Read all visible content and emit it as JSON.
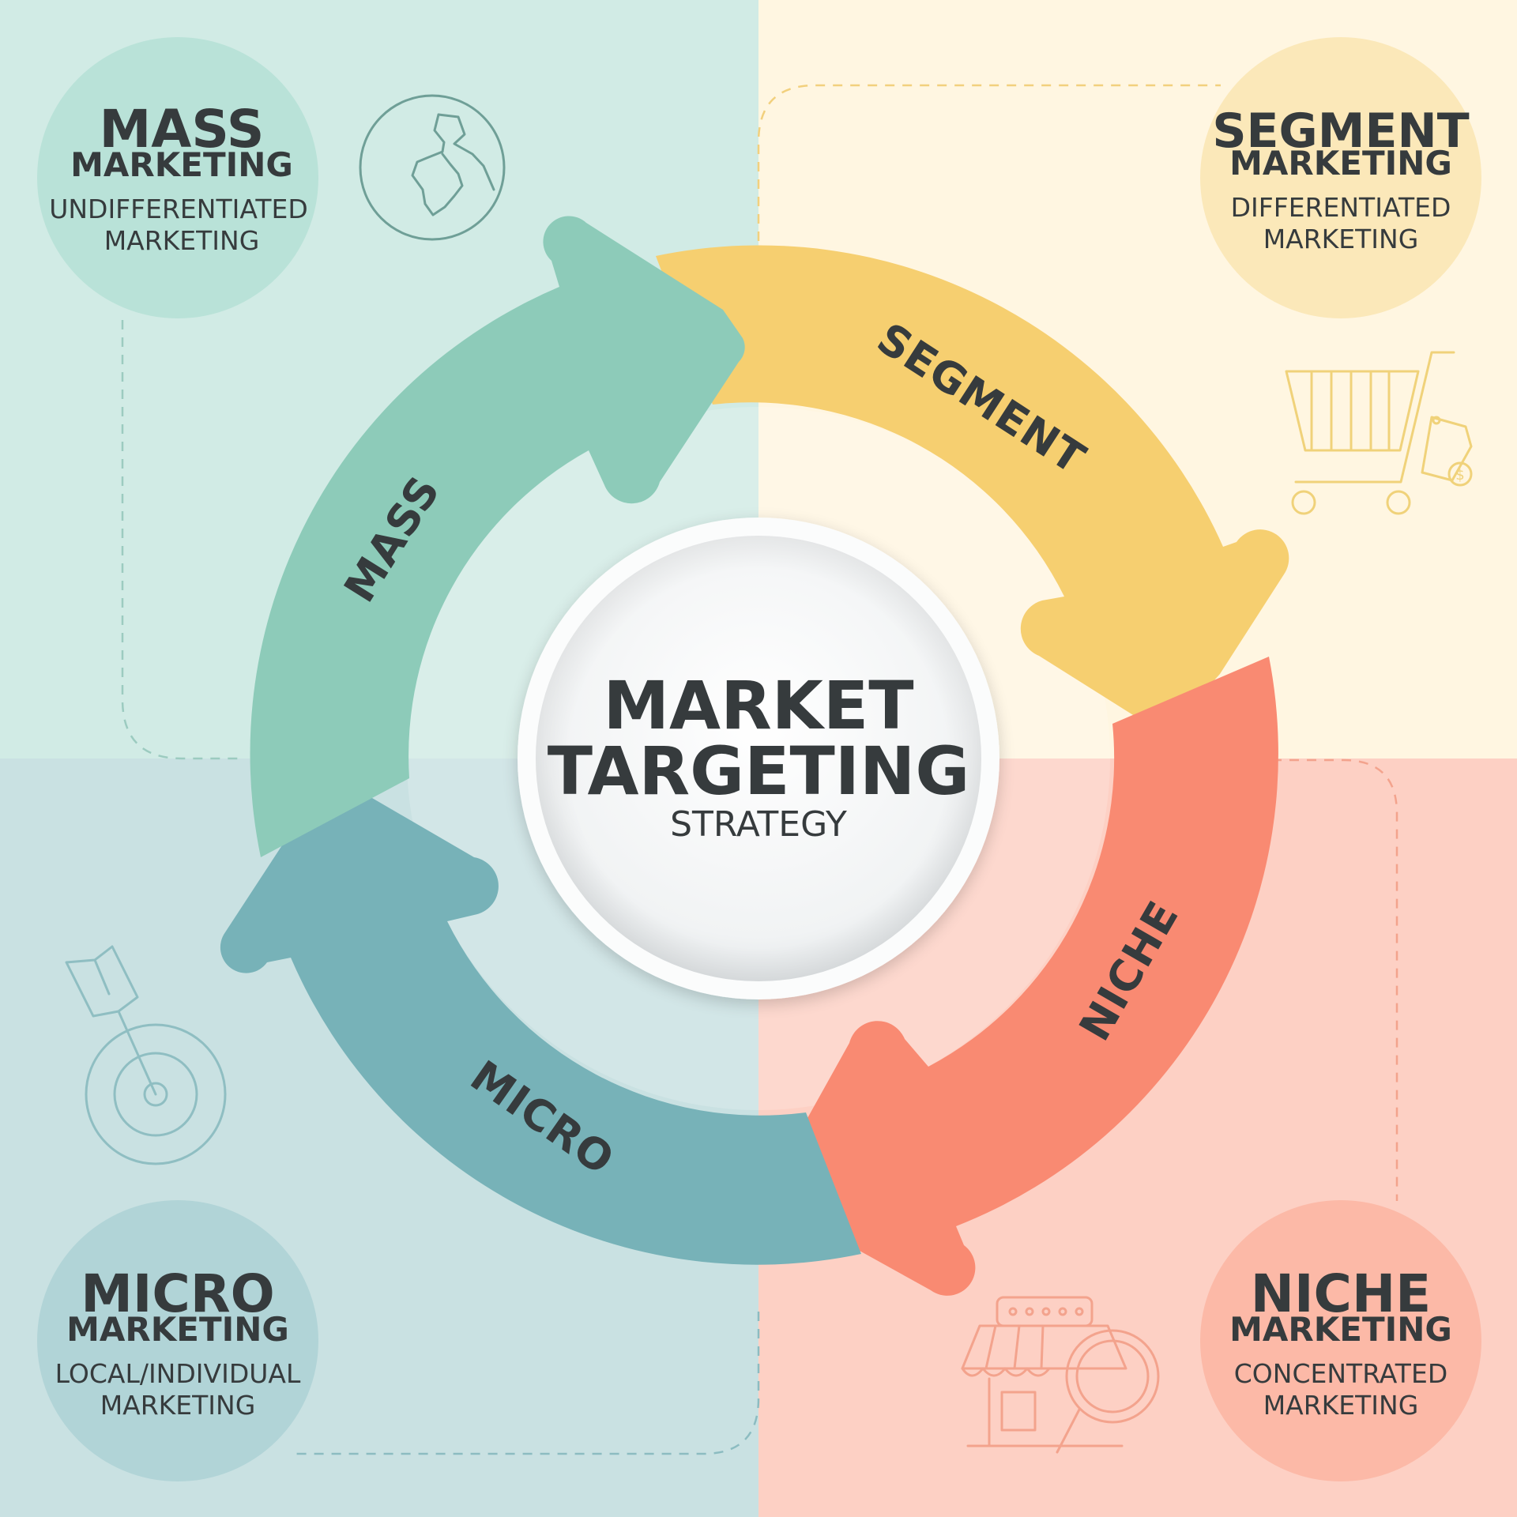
{
  "center": {
    "title_line1": "MARKET",
    "title_line2": "TARGETING",
    "subtitle": "STRATEGY"
  },
  "arrows": {
    "mass": "MASS",
    "segment": "SEGMENT",
    "niche": "NICHE",
    "micro": "MICRO"
  },
  "corners": {
    "mass": {
      "title": "MASS",
      "subtitle": "MARKETING",
      "desc_line1": "UNDIFFERENTIATED",
      "desc_line2": "MARKETING",
      "icon": "globe-icon"
    },
    "segment": {
      "title": "SEGMENT",
      "subtitle": "MARKETING",
      "desc_line1": "DIFFERENTIATED",
      "desc_line2": "MARKETING",
      "icon": "shopping-cart-icon"
    },
    "micro": {
      "title": "MICRO",
      "subtitle": "MARKETING",
      "desc_line1": "LOCAL/INDIVIDUAL",
      "desc_line2": "MARKETING",
      "icon": "target-icon"
    },
    "niche": {
      "title": "NICHE",
      "subtitle": "MARKETING",
      "desc_line1": "CONCENTRATED",
      "desc_line2": "MARKETING",
      "icon": "shop-search-icon"
    }
  },
  "colors": {
    "mass": "#8dcbb9",
    "segment": "#f6cf70",
    "niche": "#f98a72",
    "micro": "#77b2b8",
    "quadrant_mass": "#d1ebe5",
    "quadrant_segment": "#fff6e1",
    "quadrant_micro": "#c9e1e2",
    "quadrant_niche": "#fdd0c4",
    "text": "#363b3d"
  }
}
